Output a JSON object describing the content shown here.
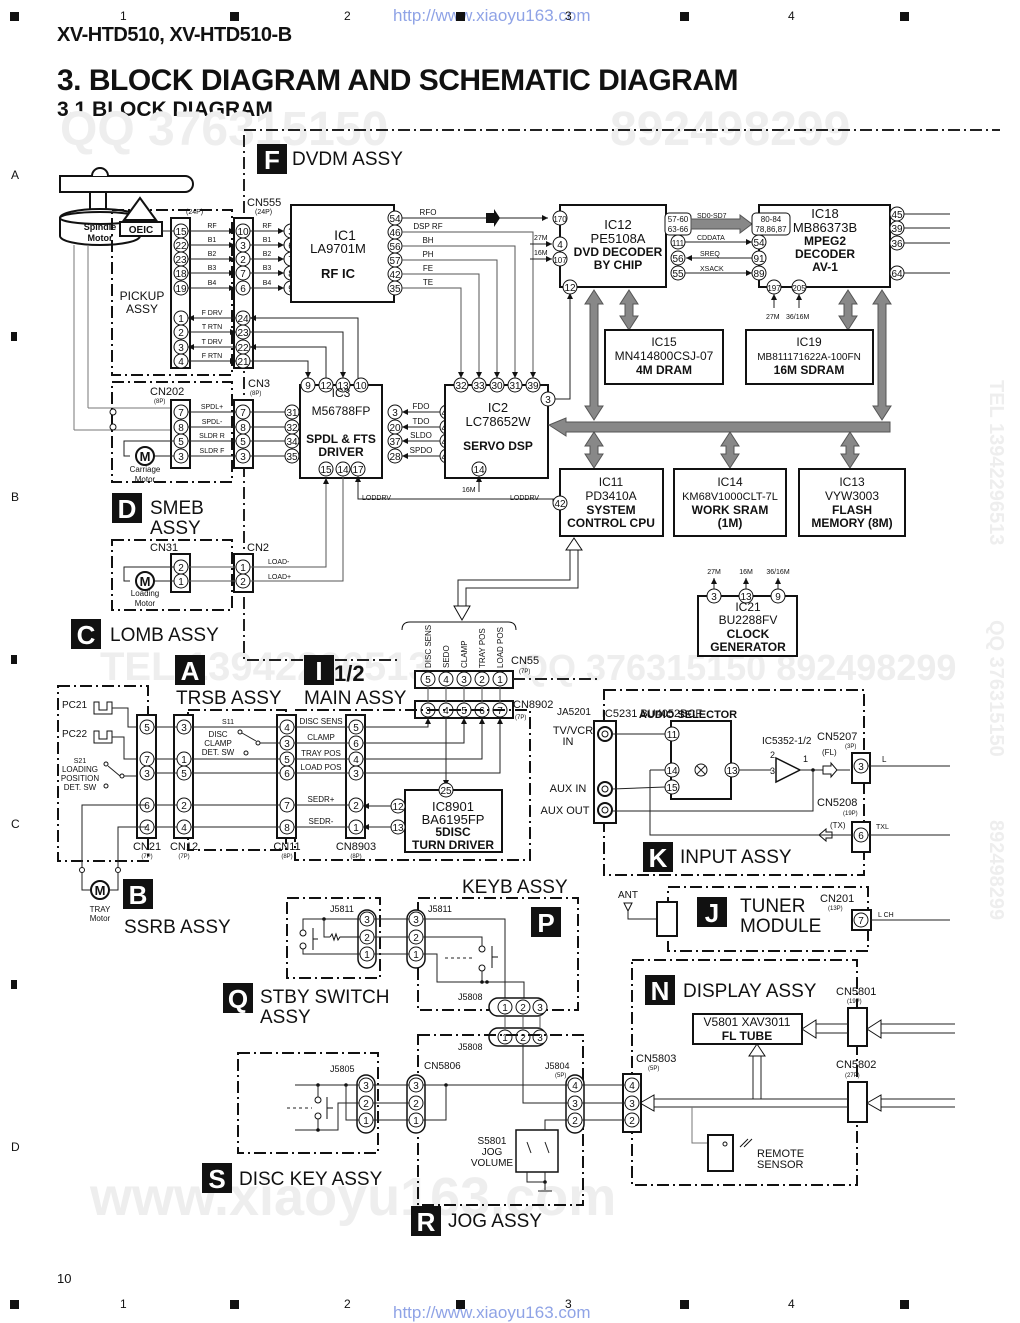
{
  "header": {
    "model": "XV-HTD510, XV-HTD510-B",
    "title": "3. BLOCK DIAGRAM AND SCHEMATIC DIAGRAM",
    "subtitle": "3.1 BLOCK DIAGRAM",
    "url_top": "http://www.xiaoyu163.com",
    "url_bottom": "http://www.xiaoyu163.com"
  },
  "grid": {
    "columns": [
      "1",
      "2",
      "3",
      "4"
    ],
    "rows": [
      "A",
      "B",
      "C",
      "D"
    ]
  },
  "page_number": "10",
  "watermarks": [
    "QQ 376315150",
    "892498299",
    "TEL 13942296513",
    "www.xiaoyu163.com"
  ],
  "assemblies": {
    "F": "DVDM ASSY",
    "D": [
      "SMEB",
      "ASSY"
    ],
    "C": "LOMB ASSY",
    "A": "TRSB ASSY",
    "I": {
      "letter": "I",
      "part": "1/2",
      "name": "MAIN ASSY"
    },
    "B": "SSRB ASSY",
    "K": "INPUT ASSY",
    "J": [
      "TUNER",
      "MODULE"
    ],
    "P": "KEYB ASSY",
    "Q": [
      "STBY SWITCH",
      "ASSY"
    ],
    "N": "DISPLAY ASSY",
    "S": "DISC KEY ASSY",
    "R": "JOG ASSY"
  },
  "components": {
    "spindle_motor": [
      "Spindle",
      "Motor"
    ],
    "oeic": "OEIC",
    "pickup": [
      "PICKUP",
      "ASSY"
    ],
    "carriage_motor": [
      "Carriage",
      "Motor"
    ],
    "loading_motor": [
      "Loading",
      "Motor"
    ],
    "tray_motor": [
      "TRAY",
      "Motor"
    ],
    "motor_symbol": "M",
    "ic1": [
      "IC1",
      "LA9701M",
      "RF IC"
    ],
    "ic3": [
      "IC3",
      "M56788FP",
      "SPDL & FTS",
      "DRIVER"
    ],
    "ic2": [
      "IC2",
      "LC78652W",
      "SERVO DSP"
    ],
    "ic12": [
      "IC12",
      "PE5108A",
      "DVD DECODER",
      "BY CHIP"
    ],
    "ic18": [
      "IC18",
      "MB86373B",
      "MPEG2",
      "DECODER",
      "AV-1"
    ],
    "ic15": [
      "IC15",
      "MN414800CSJ-07",
      "4M DRAM"
    ],
    "ic19": [
      "IC19",
      "MB811171622A-100FN",
      "16M SDRAM"
    ],
    "ic11": [
      "IC11",
      "PD3410A",
      "SYSTEM",
      "CONTROL CPU"
    ],
    "ic14": [
      "IC14",
      "KM68V1000CLT-7L",
      "WORK SRAM",
      "(1M)"
    ],
    "ic13": [
      "IC13",
      "VYW3003",
      "FLASH",
      "MEMORY (8M)"
    ],
    "ic21": [
      "IC21",
      "BU2288FV",
      "CLOCK",
      "GENERATOR"
    ],
    "ic8901": [
      "IC8901",
      "BA6195FP",
      "5DISC",
      "TURN DRIVER"
    ],
    "ic5231": [
      "IC5231 BU4052BCF",
      "AUDIO SELECTOR"
    ],
    "ic5352": "IC5352-1/2",
    "fl_tube": [
      "V5801 XAV3011",
      "FL TUBE"
    ],
    "remote_sensor": [
      "REMOTE",
      "SENSOR"
    ],
    "s5801": [
      "S5801",
      "JOG",
      "VOLUME"
    ],
    "s11": [
      "S11",
      "DISC",
      "CLAMP",
      "DET. SW"
    ],
    "s21": [
      "S21",
      "LOADING",
      "POSITION",
      "DET. SW"
    ],
    "pc21": "PC21",
    "pc22": "PC22",
    "ant": "ANT",
    "ja5201": "JA5201",
    "jack_labels": [
      "TV/VCR",
      "IN",
      "AUX IN",
      "AUX OUT"
    ]
  },
  "connectors": {
    "cn555": [
      "CN555",
      "(24P)"
    ],
    "pickup_p": "(24P)",
    "cn3": [
      "CN3",
      "(8P)"
    ],
    "cn202": [
      "CN202",
      "(8P)"
    ],
    "cn31": "CN31",
    "cn2": "CN2",
    "cn55": [
      "CN55",
      "(7P)"
    ],
    "cn8902": [
      "CN8902",
      "(7P)"
    ],
    "cn21": [
      "CN21",
      "(7P)"
    ],
    "cn12": [
      "CN12",
      "(7P)"
    ],
    "cn11": [
      "CN11",
      "(8P)"
    ],
    "cn8903": [
      "CN8903",
      "(8P)"
    ],
    "cn5207": [
      "CN5207",
      "(3P)"
    ],
    "cn5208": [
      "CN5208",
      "(19P)"
    ],
    "cn201": [
      "CN201",
      "(13P)"
    ],
    "cn5801": [
      "CN5801",
      "(19P)"
    ],
    "cn5802": [
      "CN5802",
      "(27P)"
    ],
    "cn5803": [
      "CN5803",
      "(5P)"
    ],
    "cn5806": "CN5806",
    "j5811": "J5811",
    "j5808": "J5808",
    "j5805": "J5805",
    "j5804": [
      "J5804",
      "(5P)"
    ]
  },
  "pins": {
    "pickup": [
      "15",
      "22",
      "23",
      "18",
      "19",
      "1",
      "2",
      "3",
      "4"
    ],
    "cn555": [
      "10",
      "3",
      "2",
      "7",
      "6",
      "24",
      "23",
      "22",
      "21"
    ],
    "ic1_in": [
      "3",
      "6",
      "7",
      "8",
      "9"
    ],
    "ic1_out": [
      "54",
      "46",
      "56",
      "57",
      "42",
      "35"
    ],
    "ic3_top": [
      "9",
      "12",
      "13",
      "10"
    ],
    "ic3_left": [
      "31",
      "32",
      "34",
      "35"
    ],
    "ic3_right": [
      "3",
      "20",
      "37",
      "28"
    ],
    "ic3_bottom": [
      "15",
      "14",
      "17"
    ],
    "ic2_top": [
      "32",
      "33",
      "30",
      "31",
      "39"
    ],
    "ic2_left": [
      "47",
      "48",
      "45",
      "46"
    ],
    "ic2_right": "3",
    "ic2_bottom": "14",
    "ic12_left": [
      "170",
      "4",
      "107"
    ],
    "ic12_bottom": "12",
    "ic12_right": [
      "57-60",
      "63-66",
      "111",
      "56",
      "55"
    ],
    "ic18_left": [
      "80-84",
      "78,86,87",
      "54",
      "91",
      "89"
    ],
    "ic18_bottom": [
      "197",
      "205"
    ],
    "ic18_right": [
      "45",
      "39",
      "36",
      "64"
    ],
    "ic11_left": "42",
    "ic21_top": [
      "3",
      "13",
      "9"
    ],
    "cn202": [
      "7",
      "8",
      "5",
      "3"
    ],
    "cn3": [
      "7",
      "8",
      "5",
      "3"
    ],
    "cn31": [
      "2",
      "1"
    ],
    "cn2": [
      "1",
      "2"
    ],
    "cn55": [
      "5",
      "4",
      "3",
      "2",
      "1"
    ],
    "cn8902": [
      "3",
      "4",
      "5",
      "6",
      "7"
    ],
    "cn21": [
      "5",
      "7",
      "3",
      "6",
      "4"
    ],
    "cn12": [
      "3",
      "1",
      "5",
      "2",
      "4"
    ],
    "cn11": [
      "4",
      "3",
      "5",
      "6",
      "7",
      "8"
    ],
    "cn8903": [
      "5",
      "6",
      "4",
      "3",
      "2",
      "1"
    ],
    "ic8901": [
      "25",
      "12",
      "13"
    ],
    "ic5231": [
      "11",
      "14",
      "15",
      "13"
    ],
    "opamp": [
      "2",
      "3",
      "1"
    ],
    "cn5207": "3",
    "cn5208": "6",
    "cn201": "7",
    "j5811": [
      "3",
      "2",
      "1"
    ],
    "j5808": [
      "1",
      "2",
      "3"
    ],
    "j5805": [
      "3",
      "2",
      "1"
    ],
    "cn5806": [
      "3",
      "2",
      "1"
    ],
    "j5804": [
      "4",
      "3",
      "2"
    ],
    "cn5803": [
      "4",
      "3",
      "2"
    ]
  },
  "signals": {
    "pickup_rf": [
      "RF",
      "B1",
      "B2",
      "B3",
      "B4"
    ],
    "servo_drive": [
      "F DRV",
      "T RTN",
      "T DRV",
      "F RTN"
    ],
    "ic1_out": [
      "RFO",
      "DSP RF",
      "BH",
      "PH",
      "FE",
      "TE"
    ],
    "clock_27m": "27M",
    "clock_16m": "16M",
    "clock_36_16m": "36/16M",
    "sd_bus": "SD0-SD7",
    "ic12_ic18": [
      "CDDATA",
      "SREQ",
      "XSACK"
    ],
    "spdl": [
      "SPDL+",
      "SPDL-",
      "SLDR R",
      "SLDR F"
    ],
    "servo_out": [
      "FDO",
      "TDO",
      "SLDO",
      "SPDO"
    ],
    "lodrv": "LODDRV",
    "load": [
      "LOAD-",
      "LOAD+"
    ],
    "mech_bus": [
      "DISC SENS",
      "SEDO",
      "CLAMP",
      "TRAY POS",
      "LOAD POS"
    ],
    "trsb": [
      "DISC SENS",
      "CLAMP",
      "TRAY POS",
      "LOAD POS",
      "SEDR+",
      "SEDR-"
    ],
    "audio": [
      "(FL)",
      "L",
      "(TX)",
      "TXL",
      "L CH"
    ]
  }
}
